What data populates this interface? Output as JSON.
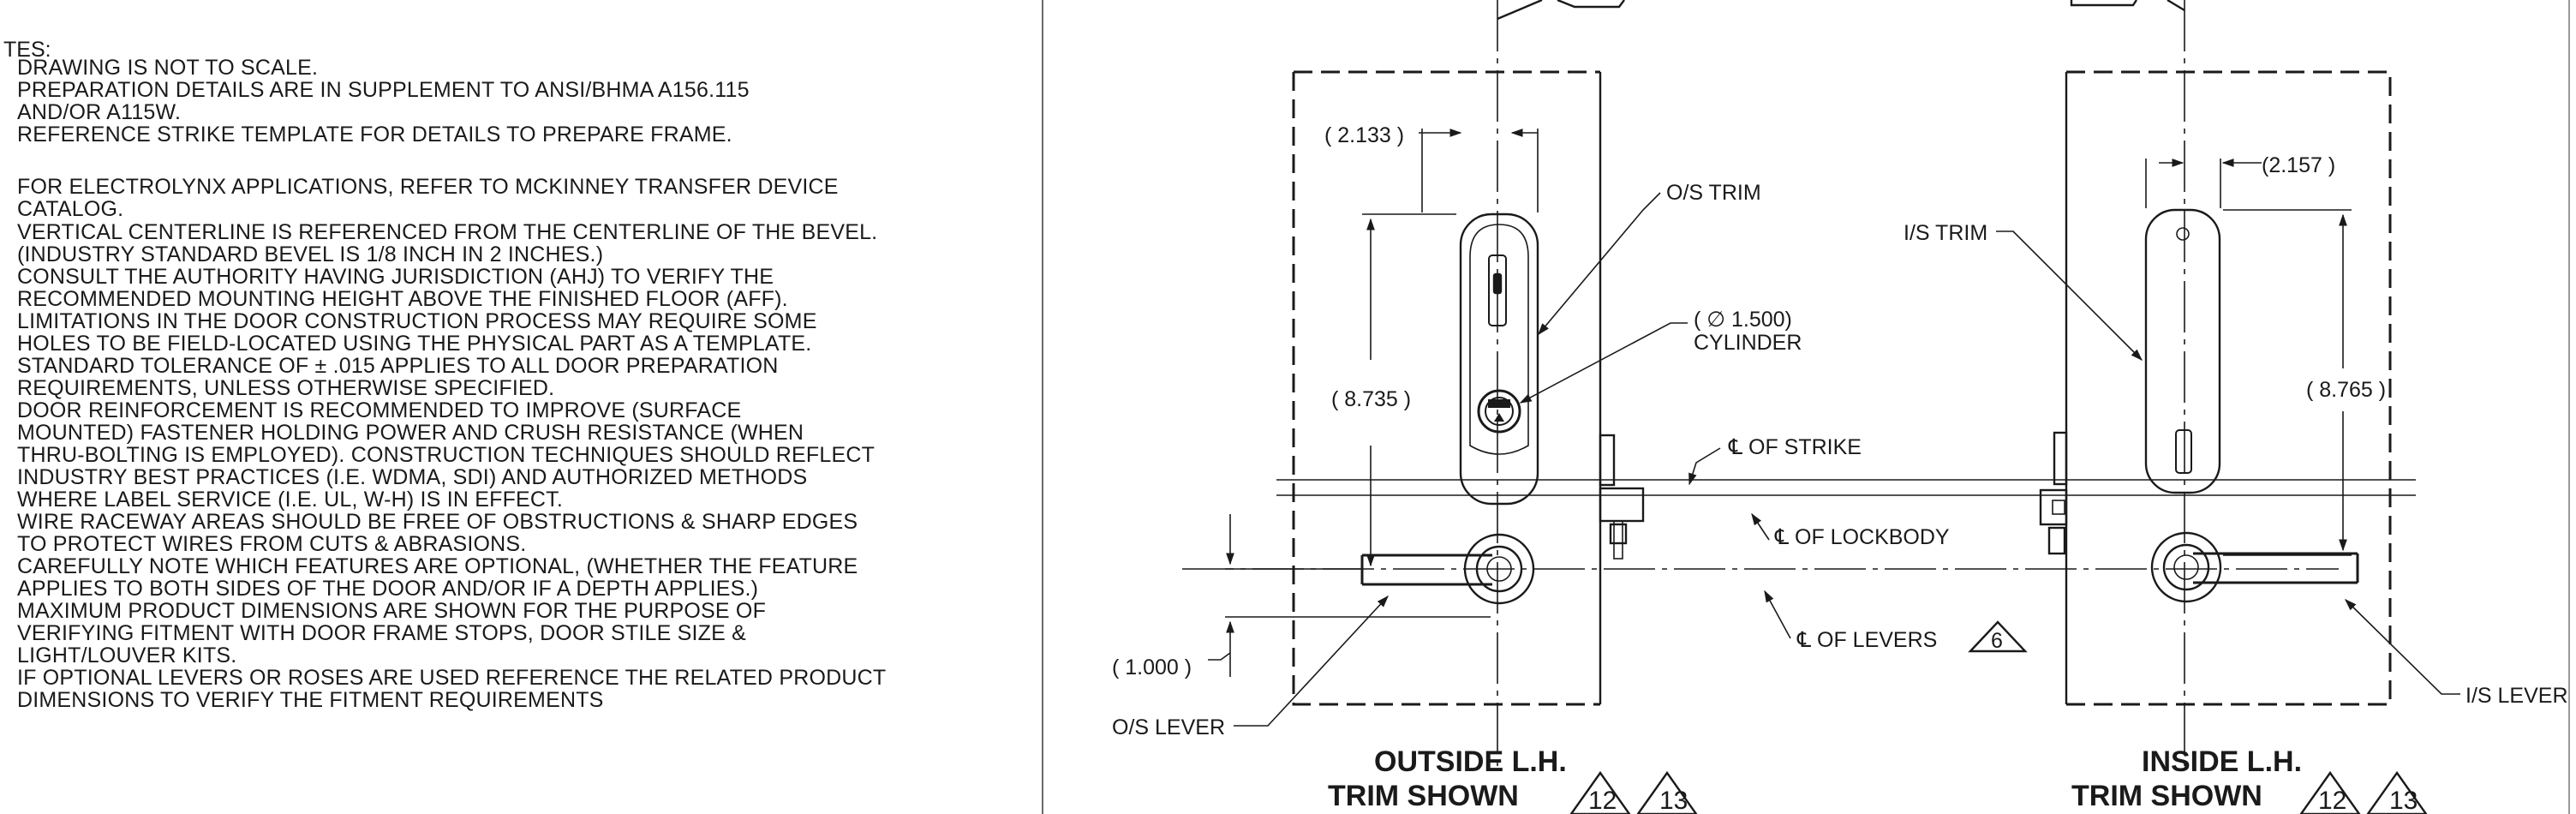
{
  "notes": {
    "header": "TES:",
    "lines": [
      {
        "t": "DRAWING IS NOT TO SCALE."
      },
      {
        "t": "PREPARATION DETAILS ARE IN SUPPLEMENT TO ANSI/BHMA  A156.115"
      },
      {
        "t": "AND/OR A115W."
      },
      {
        "t": "REFERENCE STRIKE TEMPLATE FOR DETAILS TO PREPARE FRAME."
      },
      {
        "t": "FOR ELECTROLYNX APPLICATIONS, REFER TO MCKINNEY TRANSFER DEVICE"
      },
      {
        "t": "CATALOG."
      },
      {
        "t": "VERTICAL CENTERLINE IS REFERENCED FROM THE CENTERLINE OF THE BEVEL."
      },
      {
        "t": "(INDUSTRY STANDARD BEVEL IS 1/8 INCH IN 2 INCHES.)"
      },
      {
        "t": "CONSULT THE AUTHORITY HAVING JURISDICTION (AHJ) TO VERIFY THE"
      },
      {
        "t": "RECOMMENDED MOUNTING HEIGHT ABOVE THE FINISHED FLOOR (AFF)."
      },
      {
        "t": "LIMITATIONS IN THE DOOR CONSTRUCTION PROCESS MAY REQUIRE SOME"
      },
      {
        "t": "HOLES TO BE FIELD-LOCATED USING THE PHYSICAL PART AS A TEMPLATE."
      },
      {
        "t": "STANDARD TOLERANCE OF ± .015 APPLIES TO ALL DOOR PREPARATION"
      },
      {
        "t": "REQUIREMENTS, UNLESS OTHERWISE SPECIFIED."
      },
      {
        "t": "DOOR REINFORCEMENT IS RECOMMENDED TO IMPROVE (SURFACE"
      },
      {
        "t": "MOUNTED) FASTENER HOLDING POWER AND CRUSH RESISTANCE (WHEN"
      },
      {
        "t": "THRU-BOLTING IS EMPLOYED). CONSTRUCTION TECHNIQUES SHOULD REFLECT"
      },
      {
        "t": "INDUSTRY BEST PRACTICES (I.E. WDMA, SDI) AND AUTHORIZED METHODS"
      },
      {
        "t": "WHERE LABEL SERVICE (I.E. UL, W-H) IS IN EFFECT."
      },
      {
        "t": "WIRE RACEWAY AREAS SHOULD BE FREE OF OBSTRUCTIONS & SHARP EDGES"
      },
      {
        "t": "TO PROTECT WIRES FROM CUTS & ABRASIONS."
      },
      {
        "t": "CAREFULLY NOTE WHICH FEATURES ARE OPTIONAL, (WHETHER THE FEATURE"
      },
      {
        "t": "APPLIES TO BOTH SIDES OF THE DOOR AND/OR IF A DEPTH APPLIES.)"
      },
      {
        "t": "MAXIMUM PRODUCT DIMENSIONS ARE SHOWN FOR THE PURPOSE OF"
      },
      {
        "t": "VERIFYING FITMENT WITH DOOR FRAME STOPS, DOOR STILE SIZE &"
      },
      {
        "t": "LIGHT/LOUVER KITS."
      },
      {
        "t": "IF OPTIONAL LEVERS OR ROSES ARE USED REFERENCE THE RELATED PRODUCT"
      },
      {
        "t": "DIMENSIONS TO VERIFY THE FITMENT REQUIREMENTS"
      }
    ]
  },
  "outside": {
    "dim_width": "( 2.133 )",
    "dim_height": "( 8.735 )",
    "dim_lever": "( 1.000 )",
    "os_trim": "O/S TRIM",
    "cyl_line1": "( ∅ 1.500)",
    "cyl_line2": "CYLINDER",
    "os_lever": "O/S LEVER",
    "title_line1": "OUTSIDE L.H.",
    "title_line2": "TRIM SHOWN"
  },
  "centerlines": {
    "strike": "℄ OF STRIKE",
    "lockbody": "℄ OF LOCKBODY",
    "levers": "℄ OF LEVERS"
  },
  "inside": {
    "dim_width": "(2.157 )",
    "dim_height": "( 8.765 )",
    "is_trim": "I/S TRIM",
    "is_lever": "I/S LEVER",
    "title_line1": "INSIDE L.H.",
    "title_line2": "TRIM SHOWN"
  },
  "deltas": {
    "lever_note": "6",
    "n12": "12",
    "n13": "13"
  },
  "colors": {
    "ink": "#1a1a1a",
    "paper": "#ffffff"
  }
}
